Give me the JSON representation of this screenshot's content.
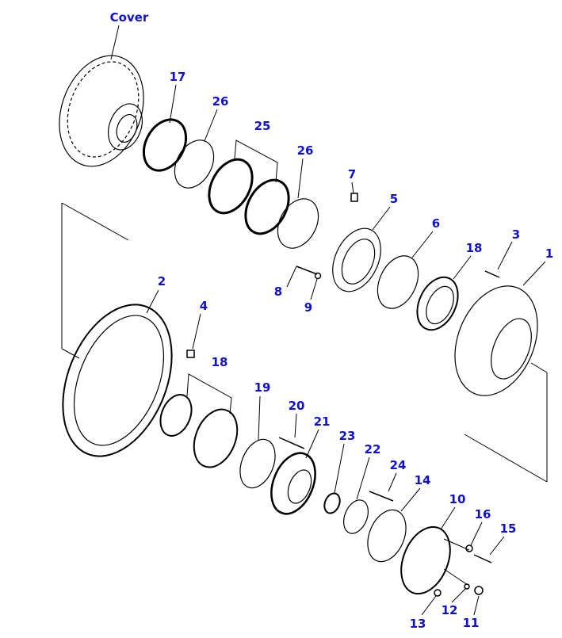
{
  "colors": {
    "label": "#1010d0",
    "line": "#000000"
  },
  "labels": {
    "cover": "Cover",
    "p17": "17",
    "p26a": "26",
    "p25": "25",
    "p26b": "26",
    "p7": "7",
    "p5": "5",
    "p6": "6",
    "p3": "3",
    "p18a": "18",
    "p1": "1",
    "p2": "2",
    "p4": "4",
    "p8": "8",
    "p9": "9",
    "p18b": "18",
    "p19": "19",
    "p20": "20",
    "p21": "21",
    "p23": "23",
    "p22": "22",
    "p24": "24",
    "p14": "14",
    "p10": "10",
    "p16": "16",
    "p15": "15",
    "p12": "12",
    "p13": "13",
    "p11": "11"
  }
}
